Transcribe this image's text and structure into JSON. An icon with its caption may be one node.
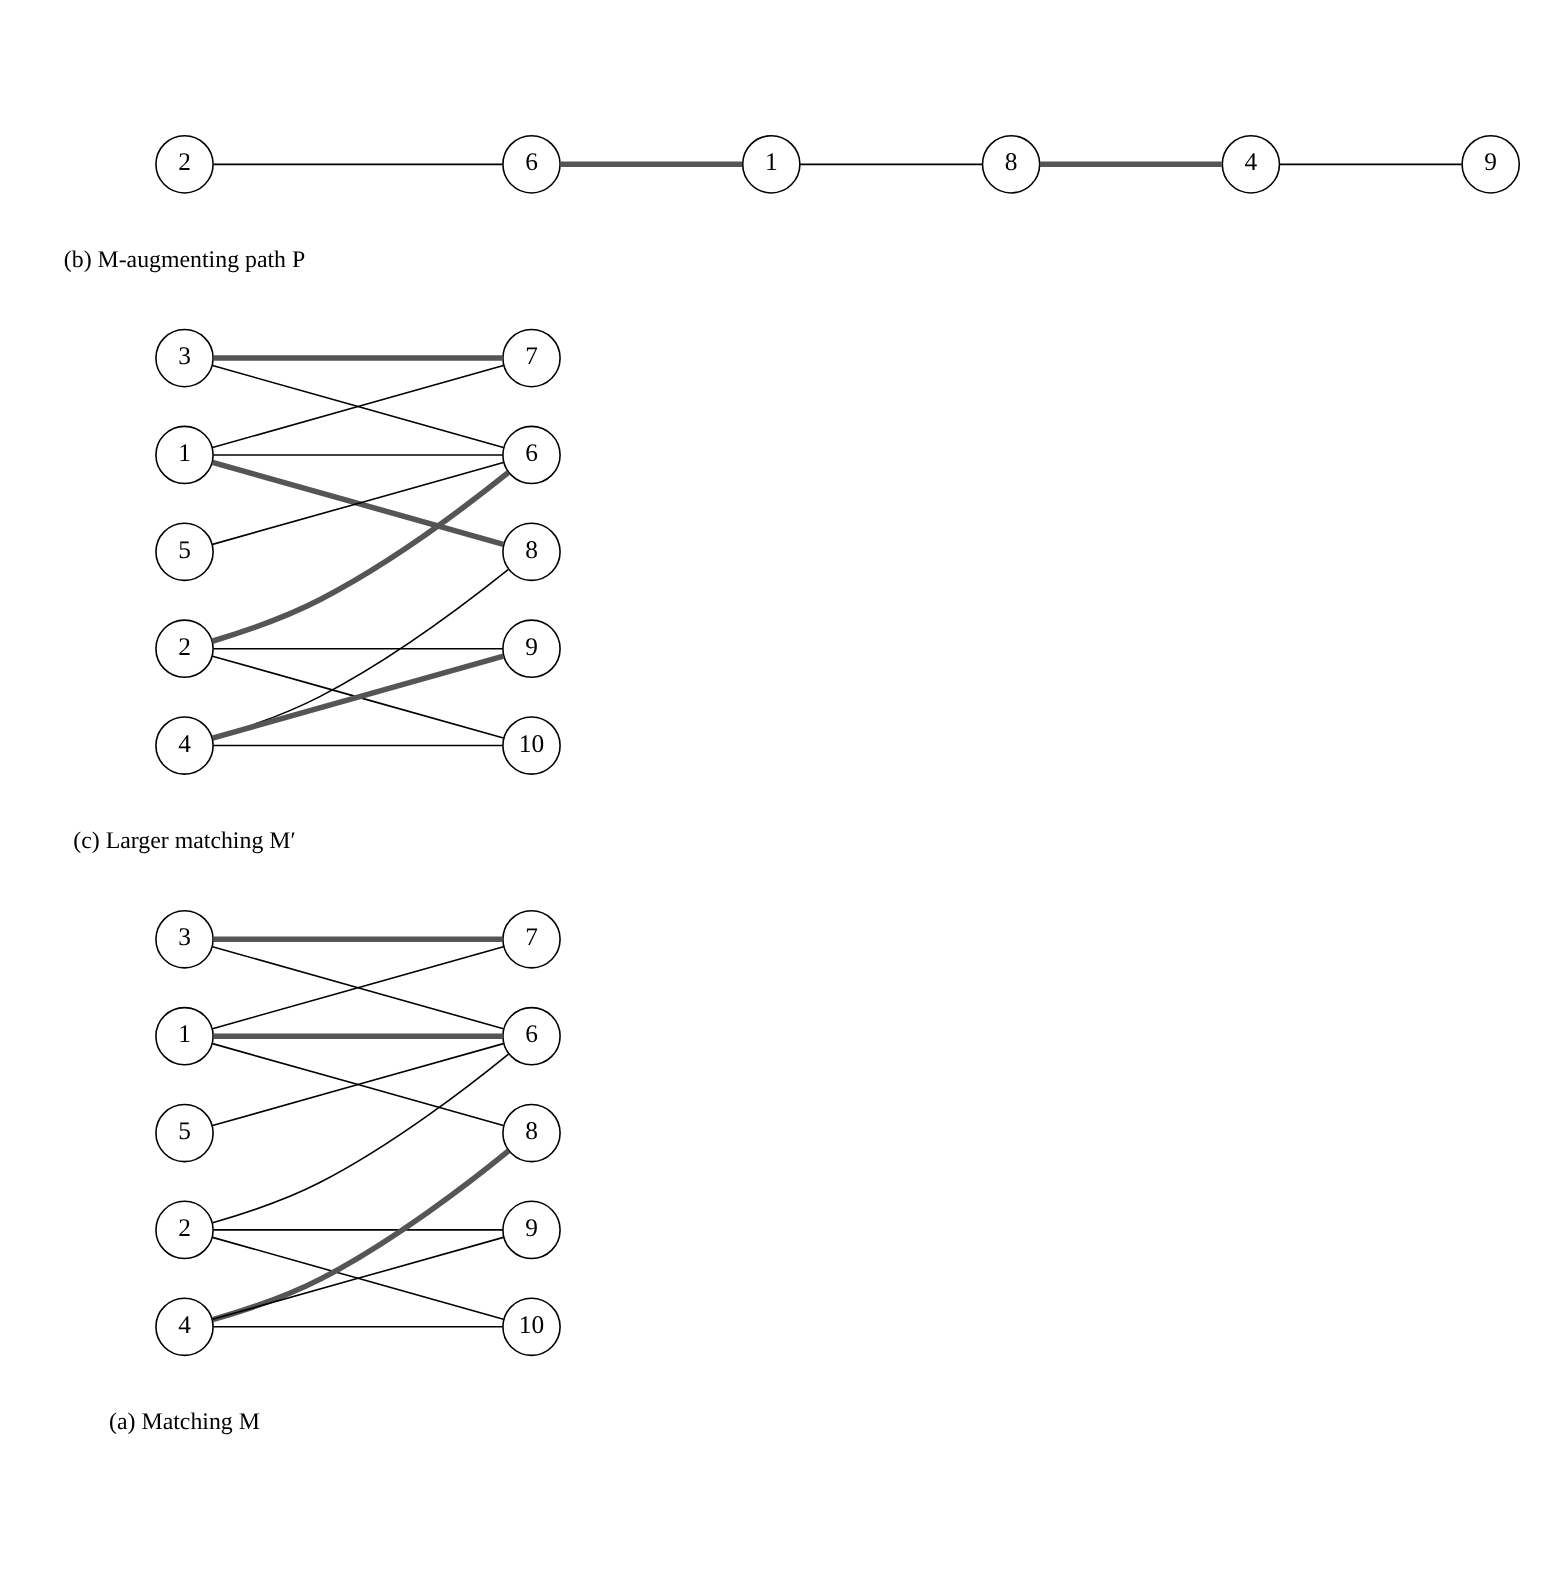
{
  "diagram": {
    "nodes": [
      {
        "text": [
          "1"
        ]
      },
      {
        "text": [
          "2"
        ]
      },
      {
        "text": [
          "3"
        ]
      },
      {
        "text": [
          "4"
        ]
      },
      {
        "text": [
          "5"
        ]
      },
      {
        "text": [
          "6"
        ]
      },
      {
        "text": [
          "7"
        ]
      },
      {
        "text": [
          "8"
        ]
      },
      {
        "text": [
          "9"
        ]
      },
      {
        "text": [
          "10"
        ]
      },
      {
        "text": [
          "1"
        ]
      },
      {
        "text": [
          "2"
        ]
      },
      {
        "text": [
          "3"
        ]
      },
      {
        "text": [
          "4"
        ]
      },
      {
        "text": [
          "5"
        ]
      },
      {
        "text": [
          "6"
        ]
      },
      {
        "text": [
          "7"
        ]
      },
      {
        "text": [
          "8"
        ]
      },
      {
        "text": [
          "9"
        ]
      },
      {
        "text": [
          "10"
        ]
      },
      {
        "text": [
          "2"
        ]
      },
      {
        "text": [
          "6"
        ]
      },
      {
        "text": [
          "1"
        ]
      },
      {
        "text": [
          "8"
        ]
      },
      {
        "text": [
          "4"
        ]
      },
      {
        "text": [
          "9"
        ]
      }
    ],
    "edges": [
      {
        "from": 0,
        "to": 5,
        "arrow": "none",
        "style": "thick"
      },
      {
        "from": 0,
        "to": 6,
        "arrow": "none"
      },
      {
        "from": 0,
        "to": 7,
        "arrow": "none"
      },
      {
        "from": 1,
        "to": 5,
        "arrow": "none"
      },
      {
        "from": 1,
        "to": 8,
        "arrow": "none"
      },
      {
        "from": 1,
        "to": 9,
        "arrow": "none"
      },
      {
        "from": 2,
        "to": 5,
        "arrow": "none"
      },
      {
        "from": 2,
        "to": 6,
        "arrow": "none",
        "style": "thick"
      },
      {
        "from": 3,
        "to": 7,
        "arrow": "none",
        "style": "thick"
      },
      {
        "from": 3,
        "to": 8,
        "arrow": "none"
      },
      {
        "from": 3,
        "to": 9,
        "arrow": "none"
      },
      {
        "from": 4,
        "to": 5,
        "arrow": "none"
      },
      {
        "from": 10,
        "to": 15,
        "arrow": "none"
      },
      {
        "from": 10,
        "to": 16,
        "arrow": "none"
      },
      {
        "from": 10,
        "to": 17,
        "arrow": "none",
        "style": "thick"
      },
      {
        "from": 11,
        "to": 15,
        "arrow": "none",
        "style": "thick"
      },
      {
        "from": 11,
        "to": 18,
        "arrow": "none"
      },
      {
        "from": 11,
        "to": 19,
        "arrow": "none"
      },
      {
        "from": 12,
        "to": 15,
        "arrow": "none"
      },
      {
        "from": 12,
        "to": 16,
        "arrow": "none",
        "style": "thick"
      },
      {
        "from": 13,
        "to": 17,
        "arrow": "none"
      },
      {
        "from": 13,
        "to": 18,
        "arrow": "none",
        "style": "thick"
      },
      {
        "from": 13,
        "to": 19,
        "arrow": "none"
      },
      {
        "from": 14,
        "to": 15,
        "arrow": "none"
      },
      {
        "from": 20,
        "to": 21,
        "arrow": "none"
      },
      {
        "from": 21,
        "to": 22,
        "arrow": "none",
        "style": "thick"
      },
      {
        "from": 22,
        "to": 23,
        "arrow": "none"
      },
      {
        "from": 23,
        "to": 24,
        "arrow": "none",
        "style": "thick"
      },
      {
        "from": 24,
        "to": 25,
        "arrow": "none"
      }
    ],
    "labels": [
      "(a) Matching M",
      "(c) Larger matching M′",
      "(b) M-augmenting path P"
    ]
  }
}
